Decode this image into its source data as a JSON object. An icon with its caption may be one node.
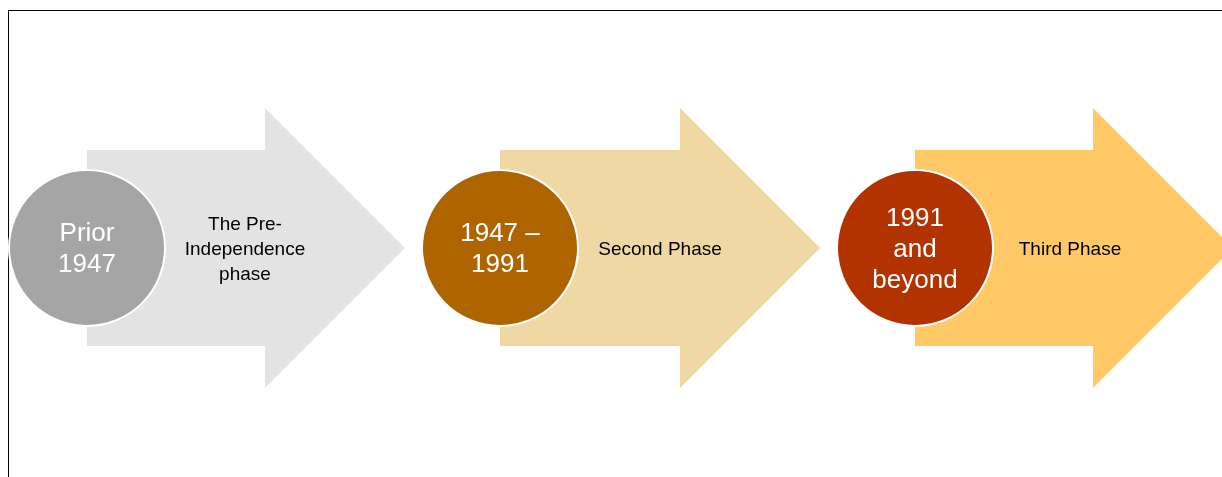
{
  "diagram": {
    "nodes": [
      {
        "text": [
          "Prior 1947"
        ]
      },
      {
        "text": [
          "The Pre-Independence phase"
        ]
      },
      {
        "text": [
          "1947 – 1991"
        ]
      },
      {
        "text": [
          "Second Phase"
        ]
      },
      {
        "text": [
          "1991 and beyond"
        ]
      },
      {
        "text": [
          "Third Phase"
        ]
      }
    ],
    "edges": [
      {
        "from": 0,
        "to": 2,
        "arrow": "to"
      },
      {
        "from": 2,
        "to": 4,
        "arrow": "to"
      },
      {
        "from": 4,
        "to": null,
        "arrow": "to"
      }
    ]
  }
}
